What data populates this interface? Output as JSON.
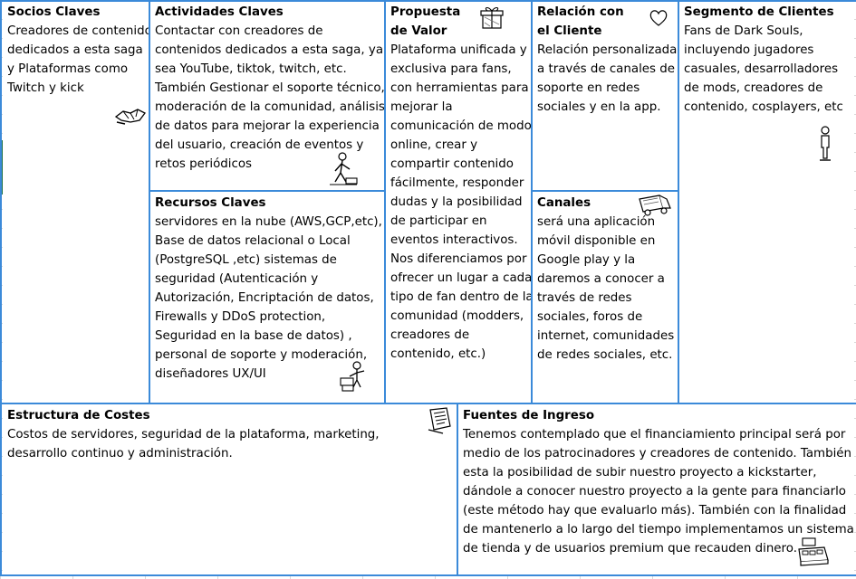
{
  "canvas": {
    "socios": {
      "title": "Socios Claves",
      "body": "Creadores de contenido dedicados a esta saga y Plataformas como Twitch y kick",
      "icon": "handshake-icon"
    },
    "actividades": {
      "title": "Actividades Claves",
      "body": "Contactar con creadores de contenidos dedicados a esta saga, ya sea YouTube, tiktok, twitch, etc. También Gestionar el soporte técnico, moderación de la comunidad, análisis de datos para mejorar la experiencia del usuario, creación de eventos y retos periódicos",
      "icon": "worker-icon"
    },
    "recursos": {
      "title": "Recursos Claves",
      "body": "servidores en la nube (AWS,GCP,etc), Base de datos relacional o Local (PostgreSQL ,etc) sistemas de seguridad (Autenticación y Autorización, Encriptación de datos, Firewalls y DDoS protection, Seguridad en la base de datos) , personal de soporte y moderación, diseñadores UX/UI",
      "icon": "resources-icon"
    },
    "propuesta": {
      "title_line1": "Propuesta",
      "title_line2": "de Valor",
      "body": "Plataforma unificada y exclusiva para fans, con herramientas para mejorar la comunicación de modo online, crear y compartir contenido fácilmente, responder dudas y la posibilidad de participar en eventos interactivos. Nos diferenciamos por ofrecer un lugar a cada tipo de fan dentro de la comunidad (modders, creadores de contenido, etc.)",
      "icon": "gift-icon"
    },
    "relacion": {
      "title_line1": "Relación con",
      "title_line2": "el Cliente",
      "body": "Relación personalizada a través de canales de soporte en redes sociales y en la app.",
      "icon": "heart-icon"
    },
    "canales": {
      "title": "Canales",
      "body": "será una aplicación móvil disponible en Google play y la daremos a conocer a través de redes sociales, foros de internet, comunidades de redes sociales, etc.",
      "icon": "truck-icon"
    },
    "segmento": {
      "title": "Segmento de Clientes",
      "body": "Fans de Dark Souls, incluyendo jugadores casuales, desarrolladores de mods, creadores de contenido, cosplayers, etc",
      "icon": "person-icon"
    },
    "costes": {
      "title": "Estructura de Costes",
      "body": "Costos de servidores, seguridad de la plataforma, marketing, desarrollo continuo y administración.",
      "icon": "receipt-icon"
    },
    "ingresos": {
      "title": "Fuentes de Ingreso",
      "body": "Tenemos contemplado que el financiamiento principal será por medio de los patrocinadores y creadores de contenido. También esta la posibilidad de subir nuestro proyecto a kickstarter, dándole a conocer nuestro proyecto a la gente para financiarlo (este método hay que evaluarlo más). También con la finalidad de mantenerlo a lo largo del tiempo implementamos un sistema de tienda y de usuarios premium que recauden dinero.",
      "icon": "cash-register-icon"
    }
  },
  "colors": {
    "border": "#3b8ad9",
    "grid": "#d9d9d9",
    "accent": "#217346"
  }
}
